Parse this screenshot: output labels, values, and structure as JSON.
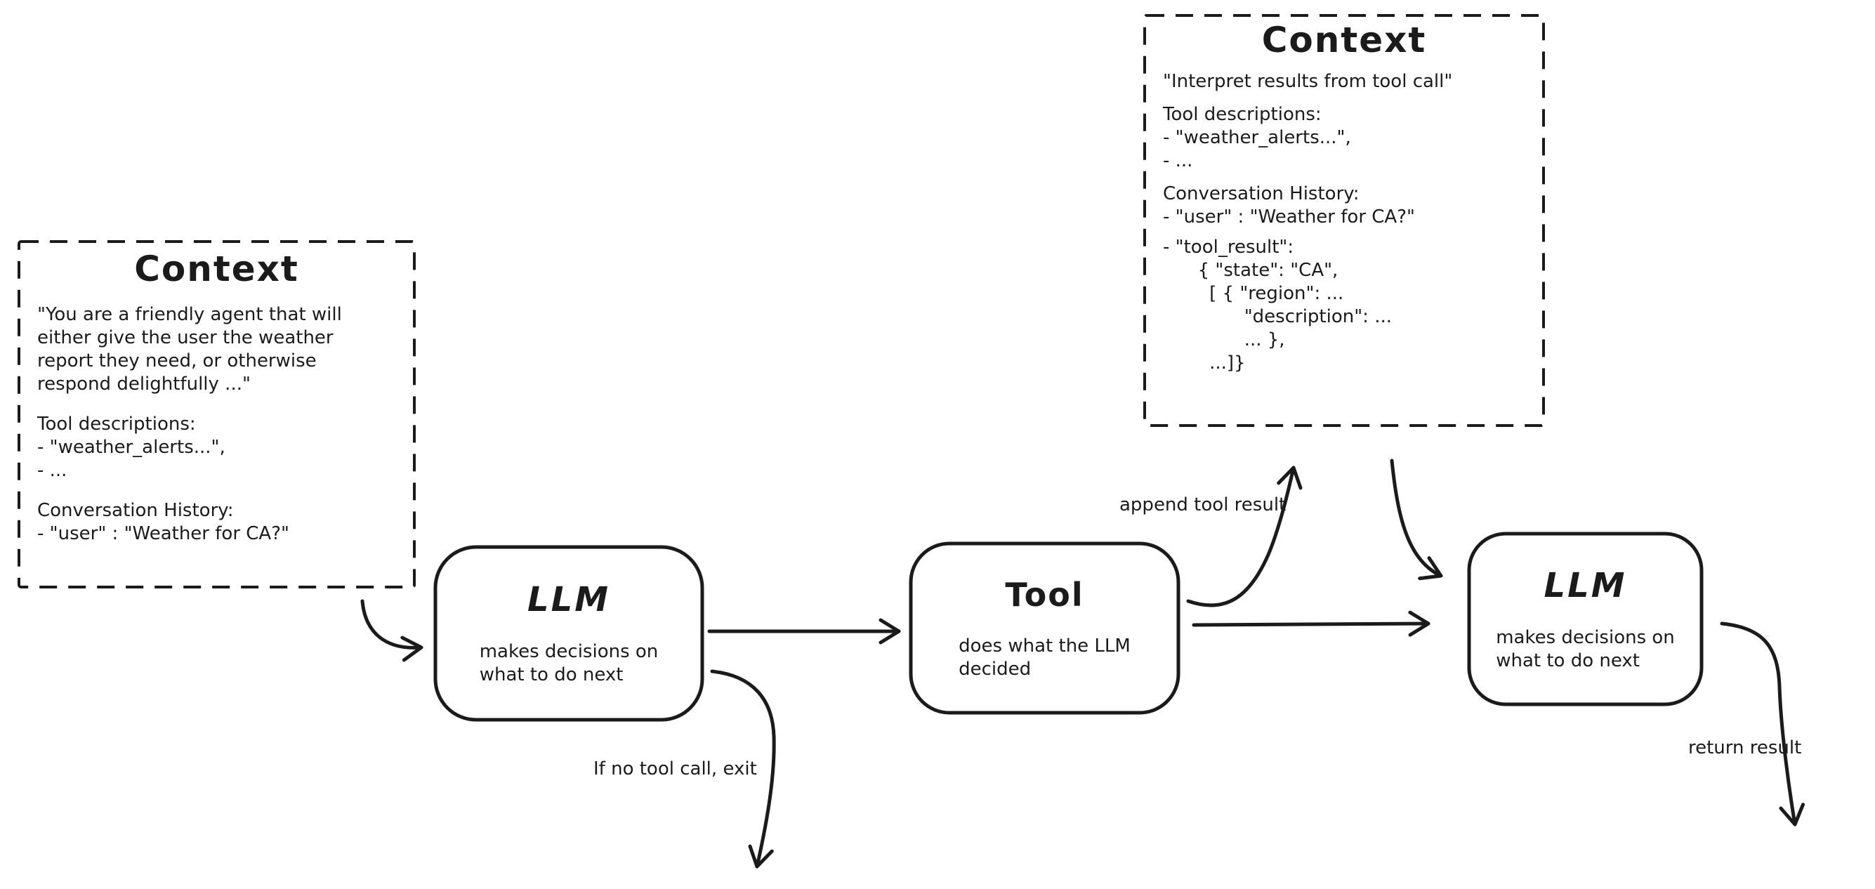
{
  "context_left": {
    "title": "Context",
    "paragraphs": [
      [
        "\"You are a friendly agent that will",
        "either give the user the weather",
        "report they need, or otherwise",
        "respond delightfully ...\""
      ],
      [
        "Tool descriptions:",
        "- \"weather_alerts...\",",
        "- ..."
      ],
      [
        "Conversation History:",
        "- \"user\" : \"Weather for CA?\""
      ]
    ]
  },
  "context_right": {
    "title": "Context",
    "paragraphs": [
      [
        "\"Interpret results from tool call\""
      ],
      [
        "Tool descriptions:",
        "- \"weather_alerts...\",",
        "- ..."
      ],
      [
        "Conversation History:",
        "- \"user\" : \"Weather for CA?\""
      ],
      [
        "- \"tool_result\":",
        "      { \"state\": \"CA\",",
        "        [ { \"region\": ...",
        "              \"description\": ...",
        "              ... },",
        "        ...]}"
      ]
    ]
  },
  "nodes": {
    "llm1": {
      "title": "LLM",
      "desc": [
        "makes decisions on",
        "what to do next"
      ]
    },
    "tool": {
      "title": "Tool",
      "desc": [
        "does what the LLM",
        "decided"
      ]
    },
    "llm2": {
      "title": "LLM",
      "desc": [
        "makes decisions on",
        "what to do next"
      ]
    }
  },
  "edge_labels": {
    "append_tool_result": "append tool result",
    "no_tool_call_exit": "If no tool call, exit",
    "return_result": "return result"
  },
  "colors": {
    "ink": "#1b1b1b",
    "background": "#ffffff"
  }
}
